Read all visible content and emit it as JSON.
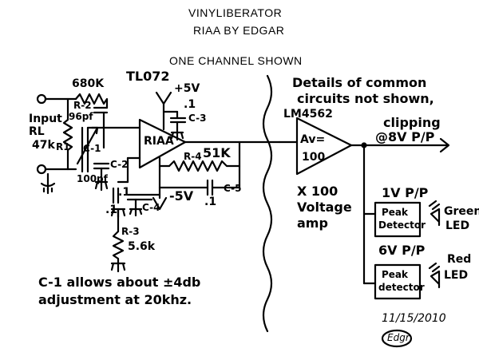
{
  "header": {
    "title": "VINYLIBERATOR",
    "subtitle": "RIAA BY EDGAR",
    "note": "ONE CHANNEL SHOWN"
  },
  "input": {
    "label": "Input",
    "rl": "RL",
    "rl_value": "47k",
    "r1": "R1"
  },
  "components": {
    "r2_value": "680K",
    "r2": "R-2",
    "cap_96": "96pf",
    "c1": "C-1",
    "cap_100": "100pf",
    "c2": "C-2",
    "opamp": "TL072",
    "riaa": "RIAA",
    "vplus": "+5V",
    "c3_val": ".1",
    "c3": "C-3",
    "r4": "R-4",
    "r4_value": "51K",
    "c5_val": ".1",
    "c5": "C-5",
    "c4_val": ".1",
    "c4": "C-4",
    "vminus": "-5V",
    "r3_val_cap": ".1",
    "r3": "R-3",
    "r3_value": "5.6k"
  },
  "amp": {
    "part": "LM4562",
    "gain_top": "Av=",
    "gain_bottom": "100",
    "desc1": "X 100",
    "desc2": "Voltage",
    "desc3": "amp"
  },
  "notes": {
    "common1": "Details of common",
    "common2": "circuits not shown,",
    "clipping1": "clipping",
    "clipping2": "@8V P/P",
    "c1_note1": "C-1 allows about ±4db",
    "c1_note2": "adjustment at 20khz.",
    "date": "11/15/2010",
    "signature": "Edgr"
  },
  "detectors": {
    "level1": "1V P/P",
    "level2": "6V P/P",
    "peak": "Peak",
    "detector1": "Detector",
    "detector2": "detector",
    "green": "Green",
    "red": "Red",
    "led": "LED"
  }
}
